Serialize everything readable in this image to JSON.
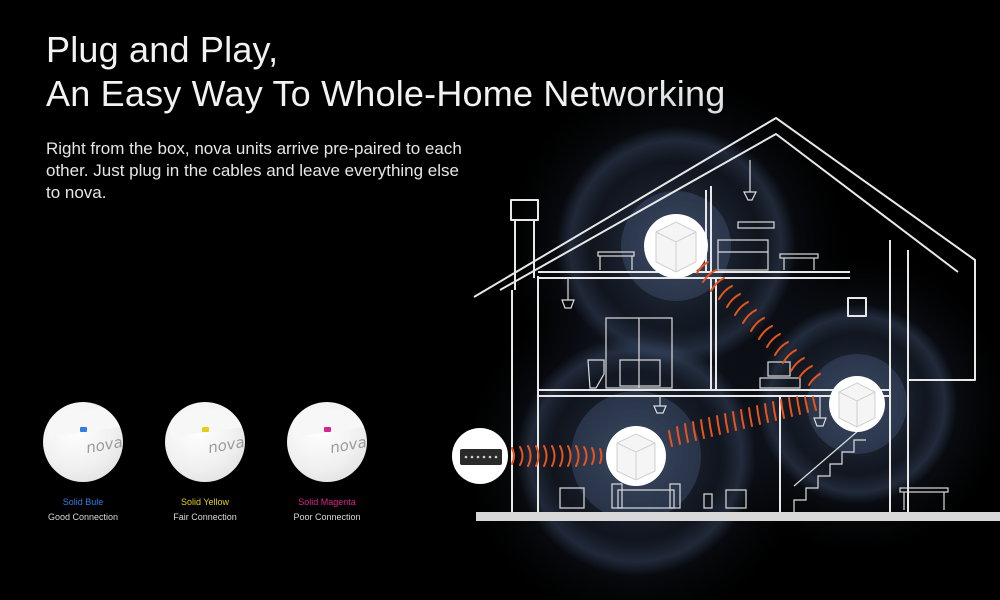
{
  "headline": {
    "line1": "Plug and Play,",
    "line2": "An Easy Way To Whole-Home Networking"
  },
  "intro": "Right from the box, nova units arrive pre-paired to each other. Just plug in the cables and leave everything else to nova.",
  "statuses": [
    {
      "node_logo": "nova",
      "color_label": "Solid Bule",
      "connection_label": "Good Connection",
      "color": "#2f7fe0"
    },
    {
      "node_logo": "nova",
      "color_label": "Solid Yellow",
      "connection_label": "Fair Connection",
      "color": "#e3cf1a"
    },
    {
      "node_logo": "nova",
      "color_label": "Solid Magenta",
      "connection_label": "Poor Connection",
      "color": "#d6278a"
    }
  ],
  "colors": {
    "background": "#000000",
    "line_art": "#e8e8e8",
    "signal": "#e8541c",
    "coverage_glow": "#3a4a66"
  },
  "icons": [
    "house-illustration",
    "nova-mesh-node",
    "modem-icon",
    "wifi-signal-waves",
    "coverage-circle"
  ]
}
